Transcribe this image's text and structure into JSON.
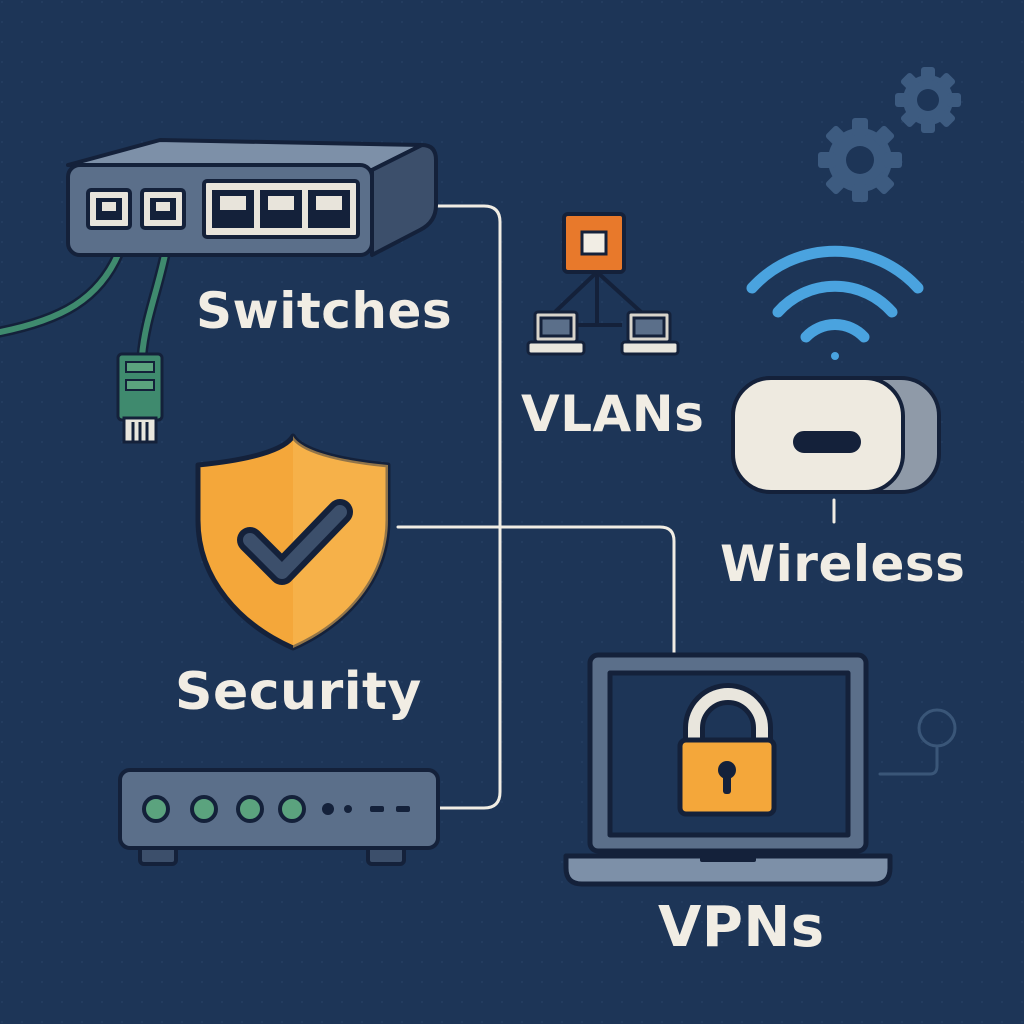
{
  "labels": {
    "switches": "Switches",
    "vlans": "VLANs",
    "wireless": "Wireless",
    "security": "Security",
    "vpns": "VPNs"
  },
  "icons": [
    "network-switch-icon",
    "ethernet-cable-icon",
    "vlan-topology-icon",
    "wifi-signal-icon",
    "wireless-access-point-icon",
    "security-shield-icon",
    "router-icon",
    "laptop-icon",
    "padlock-icon",
    "gears-icon"
  ],
  "colors": {
    "background": "#1d3557",
    "device_body": "#5b6f8a",
    "outline": "#14213a",
    "label_text": "#f1ede4",
    "connector_line": "#f1ede4",
    "shield": "#f4a73a",
    "padlock": "#f4a73a",
    "vlan_node": "#e8792b",
    "wifi_signal": "#4aa3df",
    "router_leds": "#5ba37e",
    "cable": "#3f8a6e",
    "access_point": "#eeeae0",
    "gears": "#3d5b80"
  }
}
